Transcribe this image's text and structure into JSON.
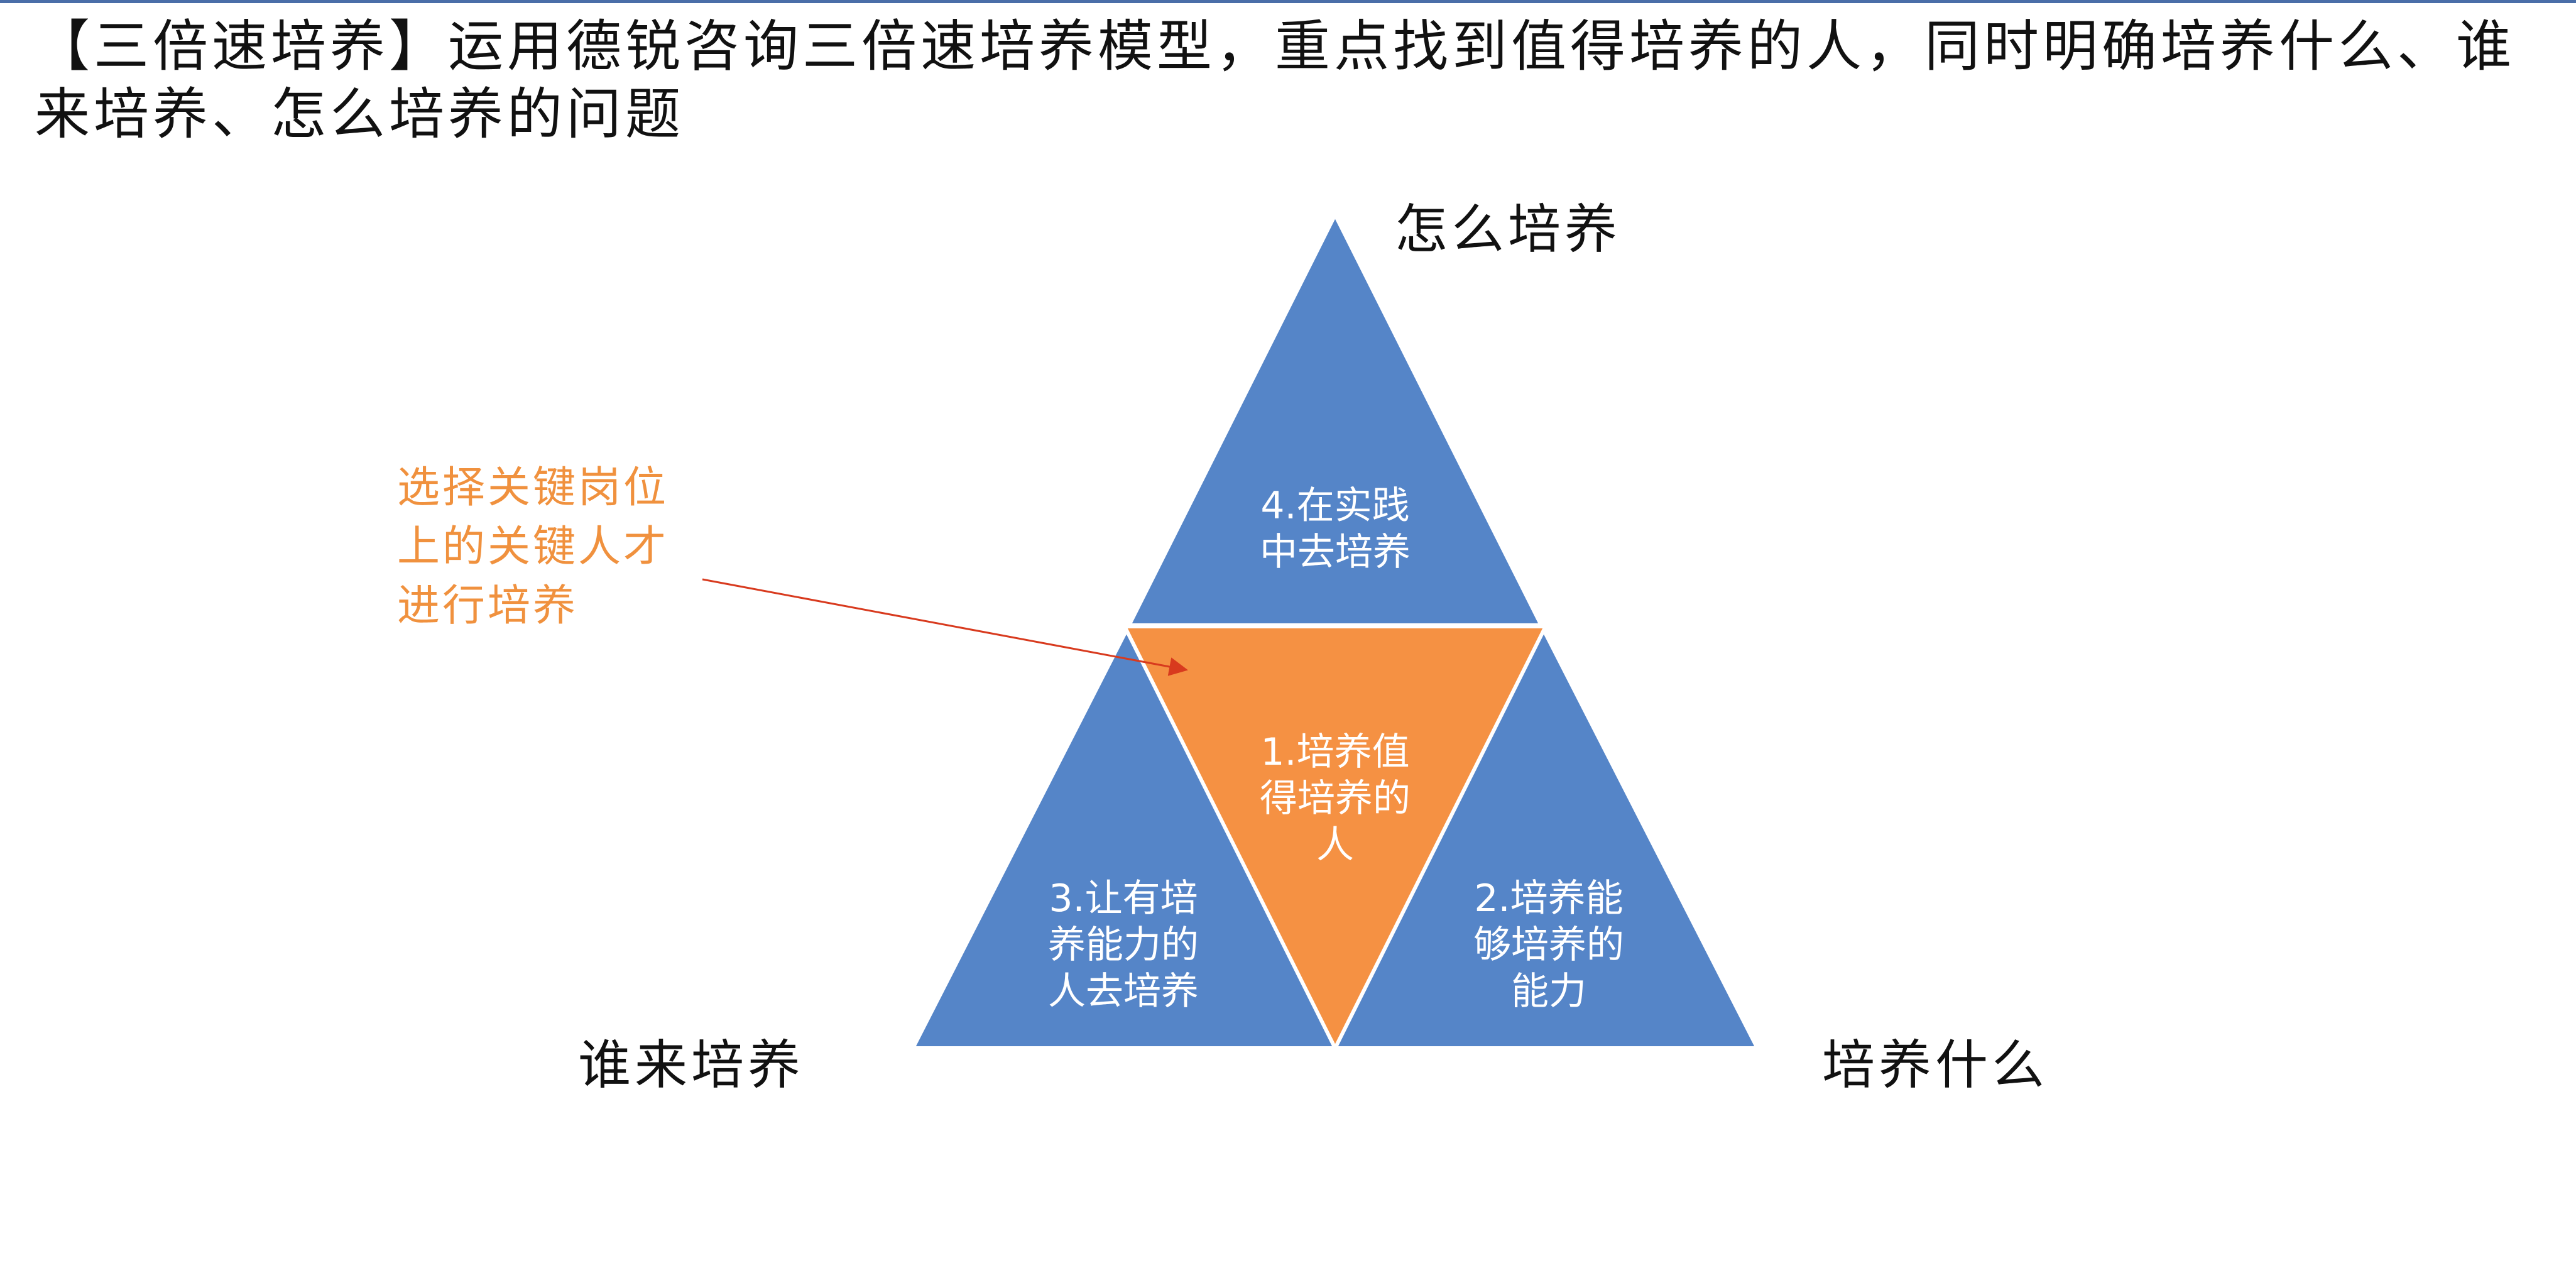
{
  "title": "【三倍速培养】运用德锐咨询三倍速培养模型，重点找到值得培养的人，同时明确培养什么、谁来培养、怎么培养的问题",
  "diagram": {
    "corner_labels": {
      "top": "怎么培养",
      "bottom_left": "谁来培养",
      "bottom_right": "培养什么"
    },
    "segments": {
      "top": "4.在实践\n中去培养",
      "center": "1.培养值\n得培养的\n人",
      "left": "3.让有培\n养能力的\n人去培养",
      "right": "2.培养能\n够培养的\n能力"
    },
    "callout": "选择关键岗位\n上的关键人才\n进行培养",
    "colors": {
      "blue": "#5585c8",
      "orange": "#f59143",
      "callout_text": "#f0913e",
      "arrow": "#d83a1e"
    }
  }
}
